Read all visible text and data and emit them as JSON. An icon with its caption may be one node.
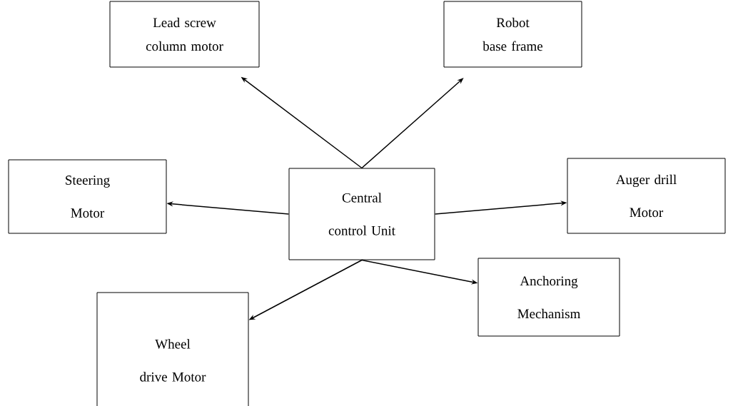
{
  "diagram": {
    "nodes": [
      {
        "text": [
          "Central control Unit"
        ]
      },
      {
        "text": [
          "Lead screw column motor"
        ]
      },
      {
        "text": [
          "Robot base frame"
        ]
      },
      {
        "text": [
          "Steering Motor"
        ]
      },
      {
        "text": [
          "Auger drill Motor"
        ]
      },
      {
        "text": [
          "Wheel drive Motor"
        ]
      },
      {
        "text": [
          "Anchoring Mechanism"
        ]
      }
    ],
    "edges": [
      {
        "from": 0,
        "to": 1,
        "arrow": "to"
      },
      {
        "from": 0,
        "to": 2,
        "arrow": "to"
      },
      {
        "from": 0,
        "to": 3,
        "arrow": "to"
      },
      {
        "from": 0,
        "to": 4,
        "arrow": "to"
      },
      {
        "from": 0,
        "to": 5,
        "arrow": "to"
      },
      {
        "from": 0,
        "to": 6,
        "arrow": "to"
      }
    ]
  }
}
